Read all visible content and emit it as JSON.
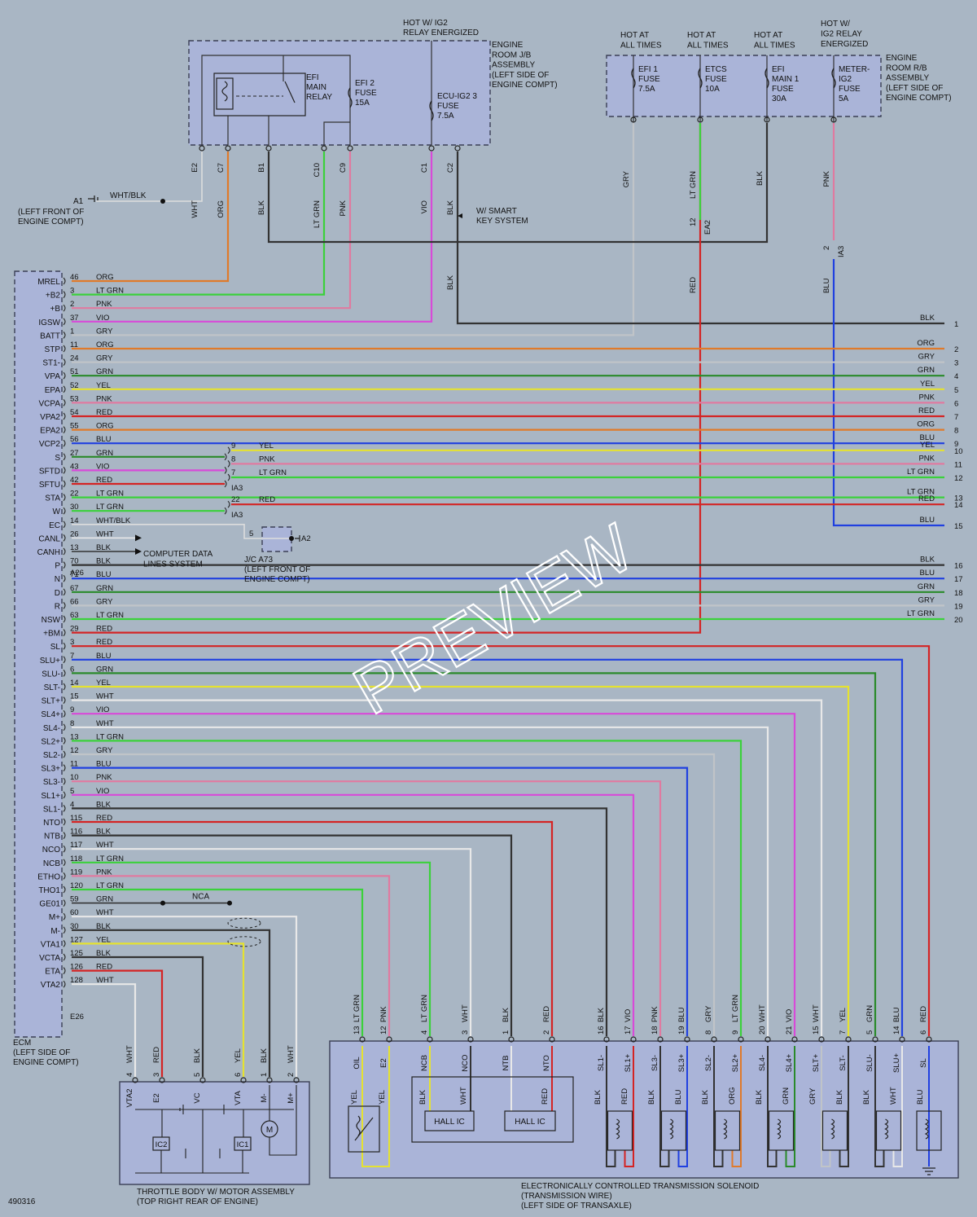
{
  "colors": {
    "background": "#a9b6c4",
    "component_fill": "#aab4d8",
    "ORG": "#e07a2a",
    "LT GRN": "#3bd13b",
    "GRN": "#2a8a2a",
    "PNK": "#e07aa0",
    "VIO": "#d84ad8",
    "GRY": "#c0c4c8",
    "BLK": "#333333",
    "YEL": "#e5e230",
    "RED": "#d42424",
    "BLU": "#2040e0",
    "WHT": "#e8e8e8",
    "WHT/BLK": "#dddddd"
  },
  "relay_block": {
    "header": [
      "HOT W/ IG2",
      "RELAY ENERGIZED"
    ],
    "label": [
      "ENGINE",
      "ROOM J/B",
      "ASSEMBLY",
      "(LEFT SIDE OF",
      "ENGINE COMPT)"
    ],
    "relay": [
      "EFI",
      "MAIN",
      "RELAY"
    ],
    "fuse1": [
      "EFI 2",
      "FUSE",
      "15A"
    ],
    "fuse2": [
      "ECU-IG2 3",
      "FUSE",
      "7.5A"
    ],
    "pins": [
      {
        "pin": "E2",
        "wire": "WHT"
      },
      {
        "pin": "C7",
        "wire": "ORG"
      },
      {
        "pin": "B1",
        "wire": "BLK"
      },
      {
        "pin": "C10",
        "wire": "LT GRN"
      },
      {
        "pin": "C9",
        "wire": "PNK"
      },
      {
        "pin": "C1",
        "wire": "VIO"
      },
      {
        "pin": "C2",
        "wire": "BLK"
      }
    ]
  },
  "fuse_block": {
    "label": [
      "ENGINE",
      "ROOM R/B",
      "ASSEMBLY",
      "(LEFT SIDE OF",
      "ENGINE COMPT)"
    ],
    "fuses": [
      {
        "hot": [
          "HOT AT",
          "ALL TIMES"
        ],
        "name": [
          "EFI 1",
          "FUSE",
          "7.5A"
        ],
        "wire": "GRY"
      },
      {
        "hot": [
          "HOT AT",
          "ALL TIMES"
        ],
        "name": [
          "ETCS",
          "FUSE",
          "10A"
        ],
        "wire": "LT GRN"
      },
      {
        "hot": [
          "HOT AT",
          "ALL TIMES"
        ],
        "name": [
          "EFI",
          "MAIN 1",
          "FUSE",
          "30A"
        ],
        "wire": "BLK"
      },
      {
        "hot": [
          "HOT W/",
          "IG2 RELAY",
          "ENERGIZED"
        ],
        "name": [
          "METER-",
          "IG2",
          "FUSE",
          "5A"
        ],
        "wire": "PNK"
      }
    ],
    "connectors": [
      {
        "pin": "12",
        "conn": "EA2"
      },
      {
        "pin": "2",
        "conn": "IA3"
      }
    ]
  },
  "ground_a1": {
    "name": "A1",
    "wire": "WHT/BLK",
    "location": [
      "(LEFT FRONT OF",
      "ENGINE COMPT)"
    ]
  },
  "smart_key_note": [
    "W/ SMART",
    "KEY SYSTEM"
  ],
  "ecm": {
    "label": [
      "ECM",
      "(LEFT SIDE OF",
      "ENGINE COMPT)"
    ],
    "connector_a": "A26",
    "connector_e": "E26",
    "terminals": [
      {
        "name": "MREL",
        "pin": "46",
        "wire": "ORG"
      },
      {
        "name": "+B2",
        "pin": "3",
        "wire": "LT GRN"
      },
      {
        "name": "+B",
        "pin": "2",
        "wire": "PNK"
      },
      {
        "name": "IGSW",
        "pin": "37",
        "wire": "VIO"
      },
      {
        "name": "BATT",
        "pin": "1",
        "wire": "GRY"
      },
      {
        "name": "STP",
        "pin": "11",
        "wire": "ORG"
      },
      {
        "name": "ST1-",
        "pin": "24",
        "wire": "GRY"
      },
      {
        "name": "VPA",
        "pin": "51",
        "wire": "GRN"
      },
      {
        "name": "EPA",
        "pin": "52",
        "wire": "YEL"
      },
      {
        "name": "VCPA",
        "pin": "53",
        "wire": "PNK"
      },
      {
        "name": "VPA2",
        "pin": "54",
        "wire": "RED"
      },
      {
        "name": "EPA2",
        "pin": "55",
        "wire": "ORG"
      },
      {
        "name": "VCP2",
        "pin": "56",
        "wire": "BLU"
      },
      {
        "name": "S",
        "pin": "27",
        "wire": "GRN"
      },
      {
        "name": "SFTD",
        "pin": "43",
        "wire": "VIO"
      },
      {
        "name": "SFTU",
        "pin": "42",
        "wire": "RED"
      },
      {
        "name": "STA",
        "pin": "22",
        "wire": "LT GRN"
      },
      {
        "name": "W",
        "pin": "30",
        "wire": "LT GRN"
      },
      {
        "name": "EC",
        "pin": "14",
        "wire": "WHT/BLK"
      },
      {
        "name": "CANL",
        "pin": "26",
        "wire": "WHT"
      },
      {
        "name": "CANH",
        "pin": "13",
        "wire": "BLK"
      },
      {
        "name": "P",
        "pin": "70",
        "wire": "BLK"
      },
      {
        "name": "N",
        "pin": "71",
        "wire": "BLU"
      },
      {
        "name": "D",
        "pin": "67",
        "wire": "GRN"
      },
      {
        "name": "R",
        "pin": "66",
        "wire": "GRY"
      },
      {
        "name": "NSW",
        "pin": "63",
        "wire": "LT GRN"
      },
      {
        "name": "+BM",
        "pin": "29",
        "wire": "RED"
      },
      {
        "name": "SL",
        "pin": "3",
        "wire": "RED"
      },
      {
        "name": "SLU+",
        "pin": "7",
        "wire": "BLU"
      },
      {
        "name": "SLU-",
        "pin": "6",
        "wire": "GRN"
      },
      {
        "name": "SLT-",
        "pin": "14",
        "wire": "YEL"
      },
      {
        "name": "SLT+",
        "pin": "15",
        "wire": "WHT"
      },
      {
        "name": "SL4+",
        "pin": "9",
        "wire": "VIO"
      },
      {
        "name": "SL4-",
        "pin": "8",
        "wire": "WHT"
      },
      {
        "name": "SL2+",
        "pin": "13",
        "wire": "LT GRN"
      },
      {
        "name": "SL2-",
        "pin": "12",
        "wire": "GRY"
      },
      {
        "name": "SL3+",
        "pin": "11",
        "wire": "BLU"
      },
      {
        "name": "SL3-",
        "pin": "10",
        "wire": "PNK"
      },
      {
        "name": "SL1+",
        "pin": "5",
        "wire": "VIO"
      },
      {
        "name": "SL1-",
        "pin": "4",
        "wire": "BLK"
      },
      {
        "name": "NTO",
        "pin": "115",
        "wire": "RED"
      },
      {
        "name": "NTB",
        "pin": "116",
        "wire": "BLK"
      },
      {
        "name": "NCO",
        "pin": "117",
        "wire": "WHT"
      },
      {
        "name": "NCB",
        "pin": "118",
        "wire": "LT GRN"
      },
      {
        "name": "ETHO",
        "pin": "119",
        "wire": "PNK"
      },
      {
        "name": "THO1",
        "pin": "120",
        "wire": "LT GRN"
      },
      {
        "name": "GE01",
        "pin": "59",
        "wire": "GRN"
      },
      {
        "name": "M+",
        "pin": "60",
        "wire": "WHT"
      },
      {
        "name": "M-",
        "pin": "30",
        "wire": "BLK"
      },
      {
        "name": "VTA1",
        "pin": "127",
        "wire": "YEL"
      },
      {
        "name": "VCTA",
        "pin": "125",
        "wire": "BLK"
      },
      {
        "name": "ETA",
        "pin": "126",
        "wire": "RED"
      },
      {
        "name": "VTA2",
        "pin": "128",
        "wire": "WHT"
      }
    ]
  },
  "right_outputs": [
    {
      "wire": "BLK",
      "num": "1"
    },
    {
      "wire": "ORG",
      "num": "2"
    },
    {
      "wire": "GRY",
      "num": "3"
    },
    {
      "wire": "GRN",
      "num": "4"
    },
    {
      "wire": "YEL",
      "num": "5"
    },
    {
      "wire": "PNK",
      "num": "6"
    },
    {
      "wire": "RED",
      "num": "7"
    },
    {
      "wire": "ORG",
      "num": "8"
    },
    {
      "wire": "BLU",
      "num": "9"
    },
    {
      "wire": "YEL",
      "num": "10"
    },
    {
      "wire": "PNK",
      "num": "11"
    },
    {
      "wire": "LT GRN",
      "num": "12"
    },
    {
      "wire": "LT GRN",
      "num": "13"
    },
    {
      "wire": "RED",
      "num": "14"
    },
    {
      "wire": "BLU",
      "num": "15"
    },
    {
      "wire": "BLK",
      "num": "16"
    },
    {
      "wire": "BLU",
      "num": "17"
    },
    {
      "wire": "GRN",
      "num": "18"
    },
    {
      "wire": "GRY",
      "num": "19"
    },
    {
      "wire": "LT GRN",
      "num": "20"
    }
  ],
  "ia3_connector": {
    "name": "IA3",
    "rows": [
      {
        "pin": "9",
        "wire": "YEL"
      },
      {
        "pin": "8",
        "wire": "PNK"
      },
      {
        "pin": "7",
        "wire": "LT GRN"
      },
      {
        "pin": "22",
        "wire": "RED"
      }
    ]
  },
  "jc_a73": {
    "pin": "5",
    "ground": "A2",
    "label": [
      "J/C A73",
      "(LEFT FRONT OF",
      "ENGINE COMPT)"
    ]
  },
  "data_lines": [
    "COMPUTER DATA",
    "LINES SYSTEM"
  ],
  "nca": "NCA",
  "throttle_body": {
    "label": [
      "THROTTLE BODY W/ MOTOR ASSEMBLY",
      "(TOP RIGHT REAR OF ENGINE)"
    ],
    "pins": [
      {
        "pin": "4",
        "name": "VTA2",
        "wire": "WHT"
      },
      {
        "pin": "3",
        "name": "E2",
        "wire": "RED"
      },
      {
        "pin": "5",
        "name": "VC",
        "wire": "BLK"
      },
      {
        "pin": "6",
        "name": "VTA",
        "wire": "YEL"
      },
      {
        "pin": "1",
        "name": "M-",
        "wire": "BLK"
      },
      {
        "pin": "2",
        "name": "M+",
        "wire": "WHT"
      }
    ],
    "ics": [
      "IC2",
      "IC1"
    ],
    "motor": "M"
  },
  "transmission": {
    "label": [
      "ELECTRONICALLY CONTROLLED TRANSMISSION SOLENOID",
      "(TRANSMISSION WIRE)",
      "(LEFT SIDE OF TRANSAXLE)"
    ],
    "pins": [
      {
        "pin": "13",
        "wire": "LT GRN",
        "name": "OIL"
      },
      {
        "pin": "12",
        "wire": "PNK",
        "name": "E2"
      },
      {
        "pin": "4",
        "wire": "LT GRN",
        "name": "NCB"
      },
      {
        "pin": "3",
        "wire": "WHT",
        "name": "NCO"
      },
      {
        "pin": "1",
        "wire": "BLK",
        "name": "NTB"
      },
      {
        "pin": "2",
        "wire": "RED",
        "name": "NTO"
      },
      {
        "pin": "16",
        "wire": "BLK",
        "name": "SL1-"
      },
      {
        "pin": "17",
        "wire": "VIO",
        "name": "SL1+"
      },
      {
        "pin": "18",
        "wire": "PNK",
        "name": "SL3-"
      },
      {
        "pin": "19",
        "wire": "BLU",
        "name": "SL3+"
      },
      {
        "pin": "8",
        "wire": "GRY",
        "name": "SL2-"
      },
      {
        "pin": "9",
        "wire": "LT GRN",
        "name": "SL2+"
      },
      {
        "pin": "20",
        "wire": "WHT",
        "name": "SL4-"
      },
      {
        "pin": "21",
        "wire": "VIO",
        "name": "SL4+"
      },
      {
        "pin": "15",
        "wire": "WHT",
        "name": "SLT+"
      },
      {
        "pin": "7",
        "wire": "YEL",
        "name": "SLT-"
      },
      {
        "pin": "5",
        "wire": "GRN",
        "name": "SLU-"
      },
      {
        "pin": "14",
        "wire": "BLU",
        "name": "SLU+"
      },
      {
        "pin": "6",
        "wire": "RED",
        "name": "SL"
      }
    ],
    "hall_ic": [
      "HALL IC",
      "HALL IC"
    ],
    "solenoid_wires": [
      [
        "BLK",
        "RED"
      ],
      [
        "BLK",
        "BLU"
      ],
      [
        "BLK",
        "ORG"
      ],
      [
        "BLK",
        "GRN"
      ],
      [
        "GRY",
        "BLK"
      ],
      [
        "BLK",
        "WHT"
      ],
      [
        "BLU"
      ]
    ],
    "sensor_wires": [
      "YEL",
      "YEL",
      "BLK",
      "WHT",
      "RED"
    ]
  },
  "diagram_id": "490316",
  "watermark": "PREVIEW"
}
